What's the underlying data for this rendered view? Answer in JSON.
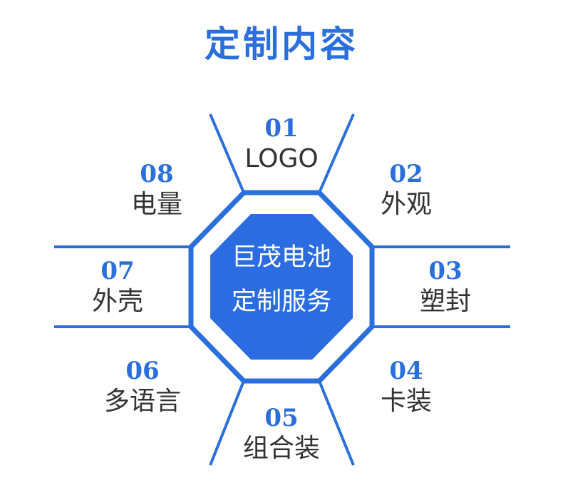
{
  "title": "定制内容",
  "center": {
    "line1": "巨茂电池",
    "line2": "定制服务"
  },
  "items": [
    {
      "number": "01",
      "label": "LOGO"
    },
    {
      "number": "02",
      "label": "外观"
    },
    {
      "number": "03",
      "label": "塑封"
    },
    {
      "number": "04",
      "label": "卡装"
    },
    {
      "number": "05",
      "label": "组合装"
    },
    {
      "number": "06",
      "label": "多语言"
    },
    {
      "number": "07",
      "label": "外壳"
    },
    {
      "number": "08",
      "label": "电量"
    }
  ],
  "colors": {
    "accent": "#2a6fdb",
    "title": "#2a6fdb",
    "number": "#2a6fdb",
    "label": "#333333",
    "center_fill": "#2b6ce0",
    "center_text": "#ffffff"
  }
}
